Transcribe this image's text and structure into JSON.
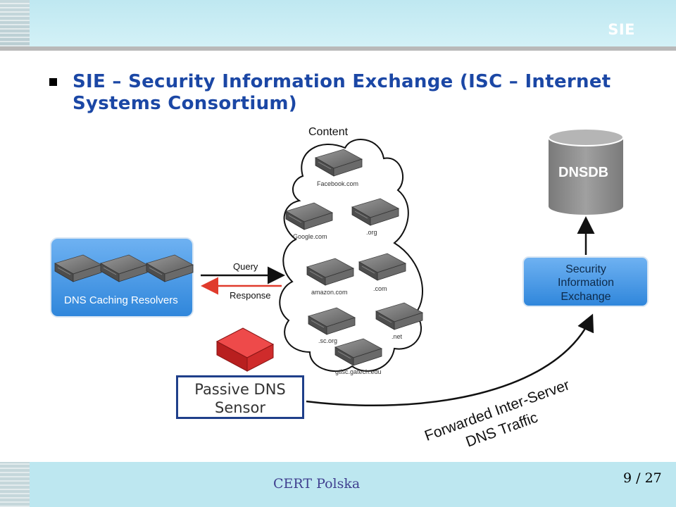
{
  "header": {
    "tag": "SIE"
  },
  "title": {
    "text": "SIE – Security Information Exchange (ISC – Internet Systems Consortium)"
  },
  "diagram": {
    "cloud_label": "Content",
    "resolvers_label": "DNS Caching Resolvers",
    "query_label": "Query",
    "response_label": "Response",
    "dnsdb_label": "DNSDB",
    "sie_box": {
      "line1": "Security",
      "line2": "Information",
      "line3": "Exchange"
    },
    "sensor": {
      "line1": "Passive DNS",
      "line2": "Sensor"
    },
    "forwarded": {
      "line1": "Forwarded Inter-Server",
      "line2": "DNS Traffic"
    },
    "servers": {
      "facebook": "Facebook.com",
      "google": "Google.com",
      "org": ".org",
      "amazon": "amazon.com",
      "com": ".com",
      "net": ".net",
      "scorg": ".sc.org",
      "gtisc": "gtisc.gatech.edu"
    },
    "colors": {
      "title": "#1b47a5",
      "resolver_box": "#3b8fe0",
      "arrow_red": "#e03b2c",
      "sensor_red": "#d42a2a",
      "dnsdb": "#8a8a8a"
    }
  },
  "footer": {
    "org": "CERT Polska",
    "page": "9 / 27"
  }
}
